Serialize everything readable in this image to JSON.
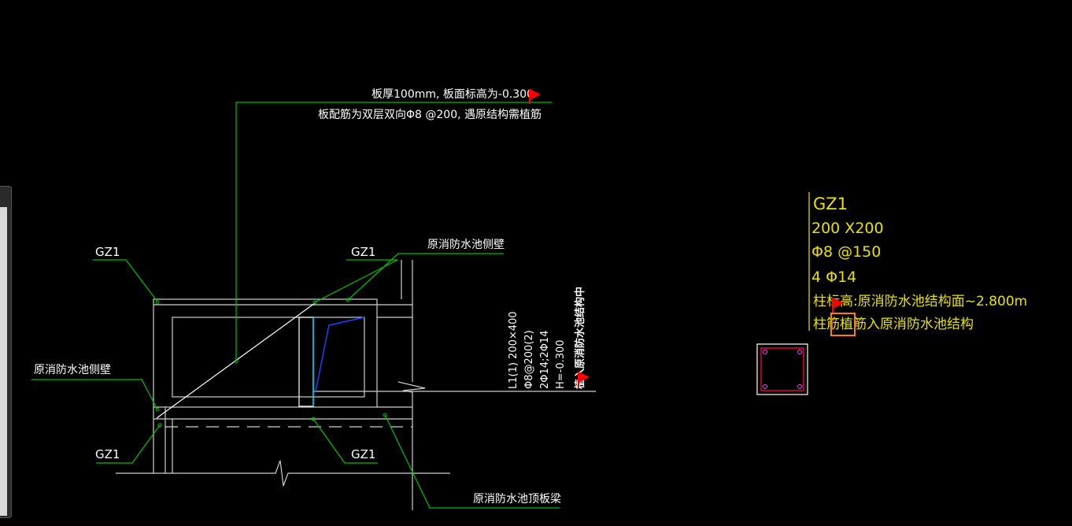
{
  "colors": {
    "background": "#000000",
    "line": "#d0d0d0",
    "leader": "#00c000",
    "text_white": "#ffffff",
    "text_yellow": "#e8e000",
    "column_red": "#e00040",
    "beam_blue": "#2040ff",
    "cyan": "#00d0ff",
    "marker_red": "#ff0000",
    "selection_orange": "#ff8000"
  },
  "slab_note": {
    "line1": "板厚100mm, 板面标高为-0.300",
    "line2": "板配筋为双层双向Φ8 @200, 遇原结构需植筋"
  },
  "labels": {
    "gz1_top_left": "GZ1",
    "gz1_top_mid": "GZ1",
    "wall_top": "原消防水池侧壁",
    "wall_left": "原消防水池侧壁",
    "gz1_bottom_left": "GZ1",
    "gz1_bottom_mid": "GZ1",
    "top_beam": "原消防水池顶板梁"
  },
  "beam_note": {
    "line1": "L1(1) 200×400",
    "line2": "Φ8@200(2)",
    "line3": "2Φ14;2Φ14",
    "line4": "H=-0.300",
    "line5": "植入原消防水池结构中"
  },
  "column_note": {
    "name": "GZ1",
    "size": "200 X200",
    "stirrup": "Φ8 @150",
    "main_bar": "4 Φ14",
    "elevation": "柱标高:原消防水池结构面~2.800m",
    "anchor": "柱筋植筋入原消防水池结构"
  }
}
